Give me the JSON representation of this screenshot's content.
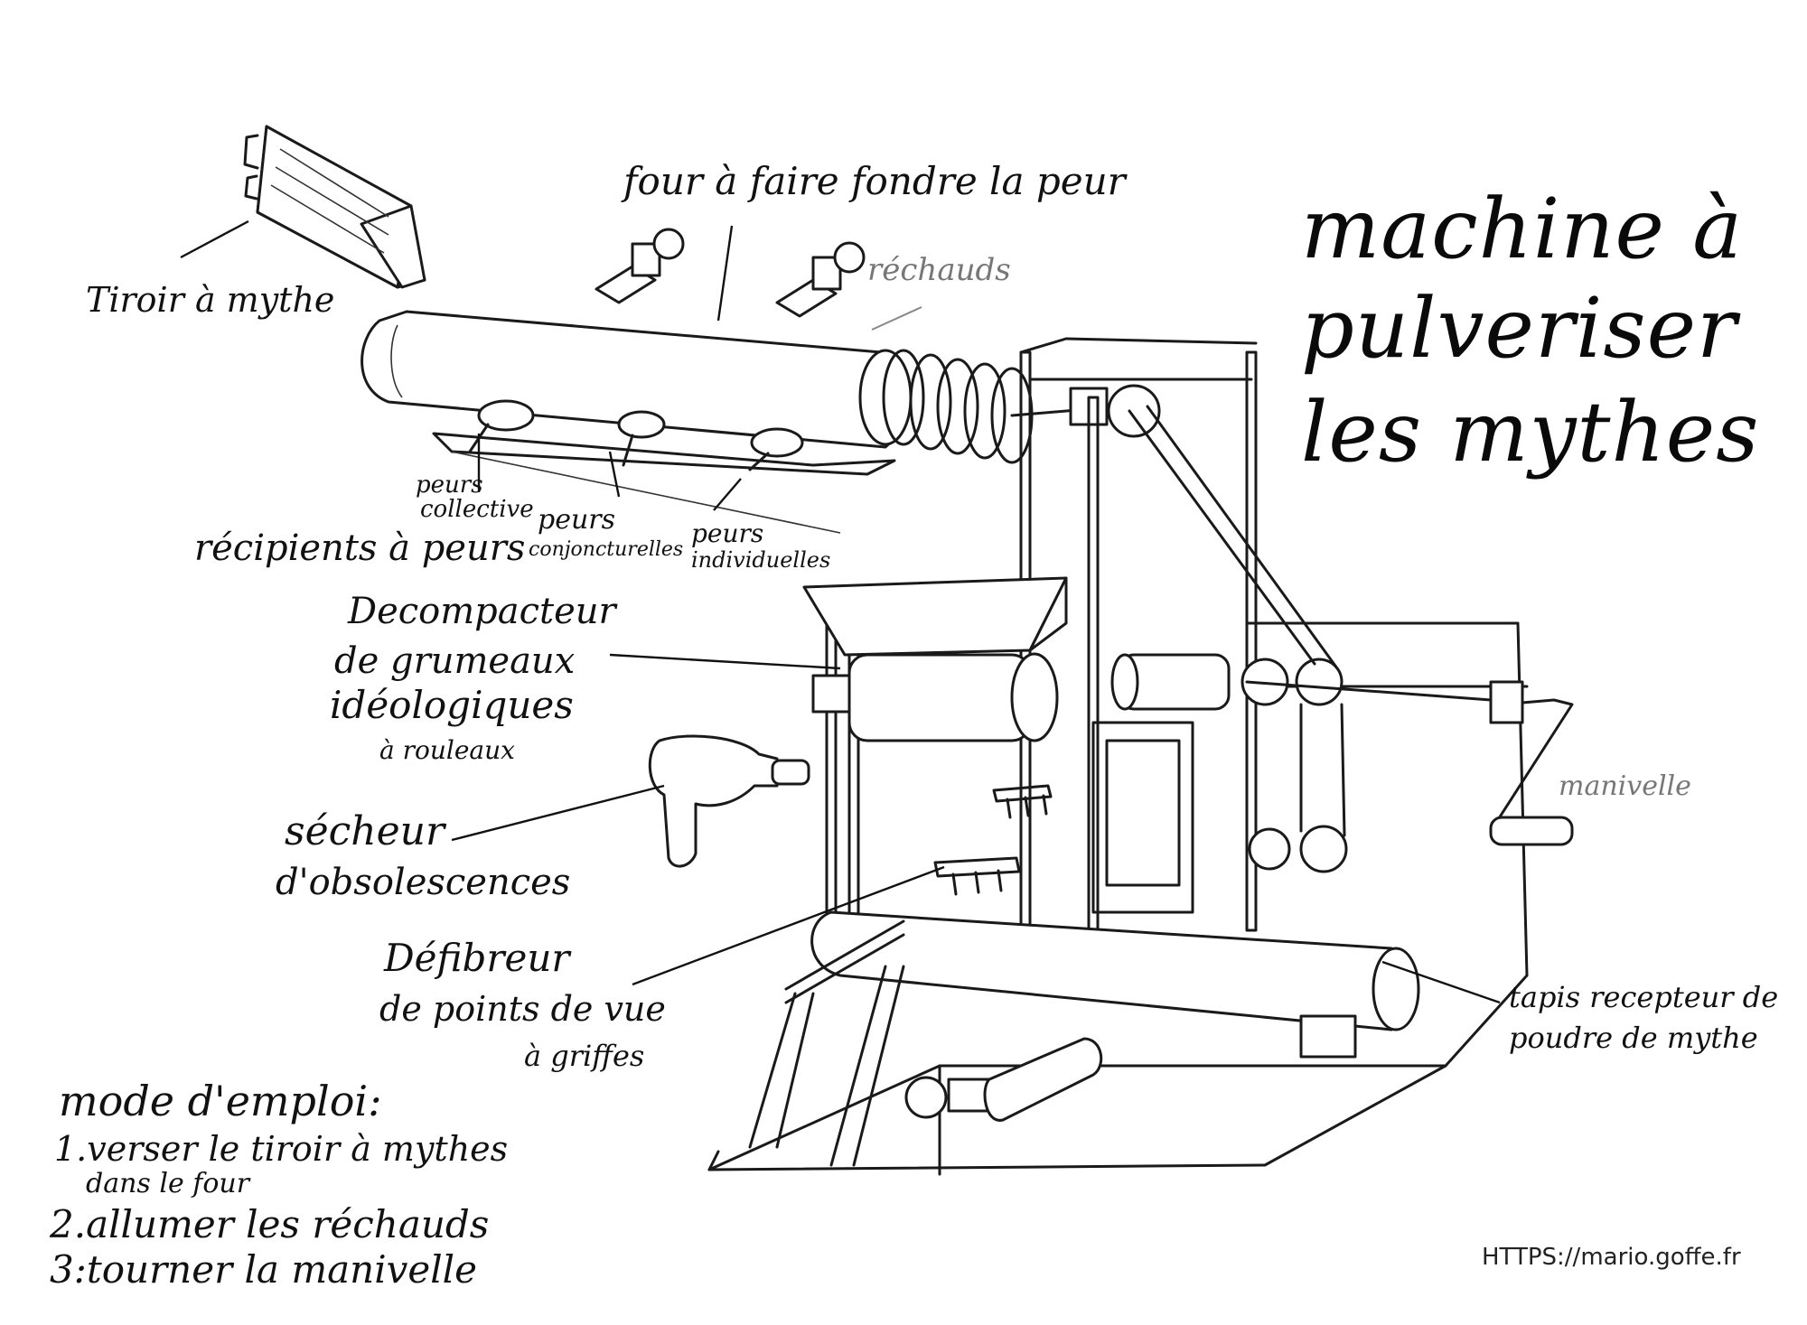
{
  "title": {
    "line1": "machine à",
    "line2": "pulveriser",
    "line3": "les mythes"
  },
  "labels": {
    "tiroir": "Tiroir à mythe",
    "four": "four à faire fondre la peur",
    "rechauds": "réchauds",
    "peurs_collective_1": "peurs",
    "peurs_collective_2": "collective",
    "peurs_conjoncturelles_1": "peurs",
    "peurs_conjoncturelles_2": "conjoncturelles",
    "peurs_individuelles_1": "peurs",
    "peurs_individuelles_2": "individuelles",
    "recipients": "récipients à peurs",
    "decompacteur_1": "Decompacteur",
    "decompacteur_2": "de grumeaux",
    "decompacteur_3": "idéologiques",
    "decompacteur_4": "à rouleaux",
    "secheur_1": "sécheur",
    "secheur_2": "d'obsolescences",
    "defibreur_1": "Défibreur",
    "defibreur_2": "de points de vue",
    "defibreur_3": "à griffes",
    "manivelle": "manivelle",
    "tapis_1": "tapis recepteur de",
    "tapis_2": "poudre de mythe"
  },
  "instructions": {
    "heading": "mode d'emploi:",
    "step1_a": "1.verser le tiroir à mythes",
    "step1_b": "dans le four",
    "step2": "2.allumer les réchauds",
    "step3": "3:tourner la manivelle"
  },
  "credit": {
    "url": "HTTPS://mario.goffe.fr"
  },
  "colors": {
    "ink": "#1a1a1a",
    "pencil_grey": "#777777",
    "paper": "#ffffff"
  }
}
